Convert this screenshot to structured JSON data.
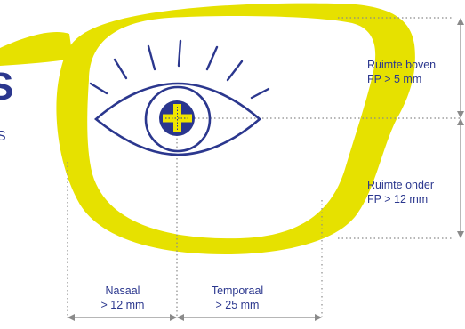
{
  "labels": {
    "top_fragment": "S",
    "mid_fragment": "S",
    "ruimte_boven_line1": "Ruimte boven",
    "ruimte_boven_line2": "FP > 5 mm",
    "ruimte_onder_line1": "Ruimte onder",
    "ruimte_onder_line2": "FP > 12 mm",
    "nasaal_line1": "Nasaal",
    "nasaal_line2": "> 12 mm",
    "temporaal_line1": "Temporaal",
    "temporaal_line2": "> 25 mm"
  },
  "colors": {
    "frame": "#e6e100",
    "navy": "#2b378e",
    "dots": "#8a8a8a",
    "plus": "#f0e600"
  },
  "icons": [
    "eye-icon",
    "fitting-point-cross-icon",
    "eyelash-rays-icon"
  ]
}
